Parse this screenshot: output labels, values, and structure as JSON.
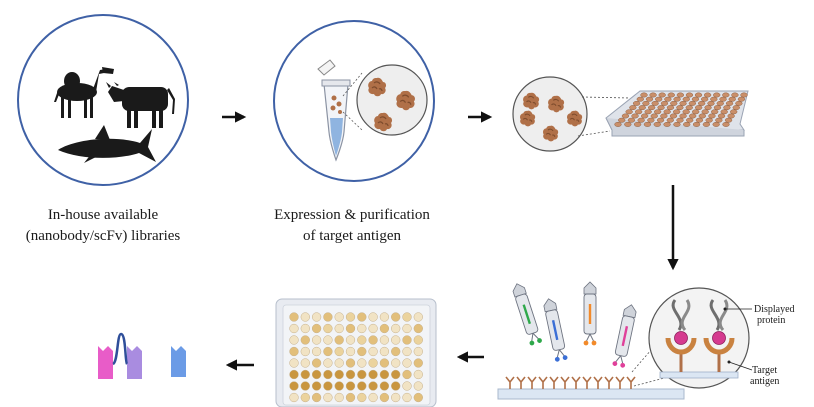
{
  "steps": {
    "libraries": {
      "line1": "In-house available",
      "line2": "(nanobody/scFv) libraries",
      "icons": [
        "camel-icon",
        "cow-icon",
        "shark-icon"
      ]
    },
    "expression": {
      "line1": "Expression & purification",
      "line2": "of target antigen",
      "icons": [
        "tube-icon",
        "antigen-icon"
      ]
    },
    "coating": {
      "icons": [
        "antigen-icon",
        "well-plate-icon"
      ]
    },
    "panning": {
      "displayed_label_1": "Displayed",
      "displayed_label_2": "protein",
      "target_label_1": "Target",
      "target_label_2": "antigen",
      "icons": [
        "phage-icon",
        "antigen-icon"
      ]
    },
    "screening": {
      "icons": [
        "elisa-plate-icon"
      ]
    },
    "binders": {
      "icons": [
        "scfv-icon",
        "nanobody-icon"
      ]
    }
  },
  "colors": {
    "circle_border": "#3f61a6",
    "antigen": "#b07048",
    "silhouette": "#1a1a1a",
    "plate": "#dfe3ea",
    "well_fill": "#c98f6a",
    "elisa_light": "#f1e3c4",
    "elisa_mid": "#e2bf7b",
    "elisa_dark": "#c9963f",
    "scfv_pink": "#e85cc8",
    "scfv_purple": "#a98ce0",
    "nanobody_blue": "#6b9be6",
    "arrow": "#111111"
  }
}
